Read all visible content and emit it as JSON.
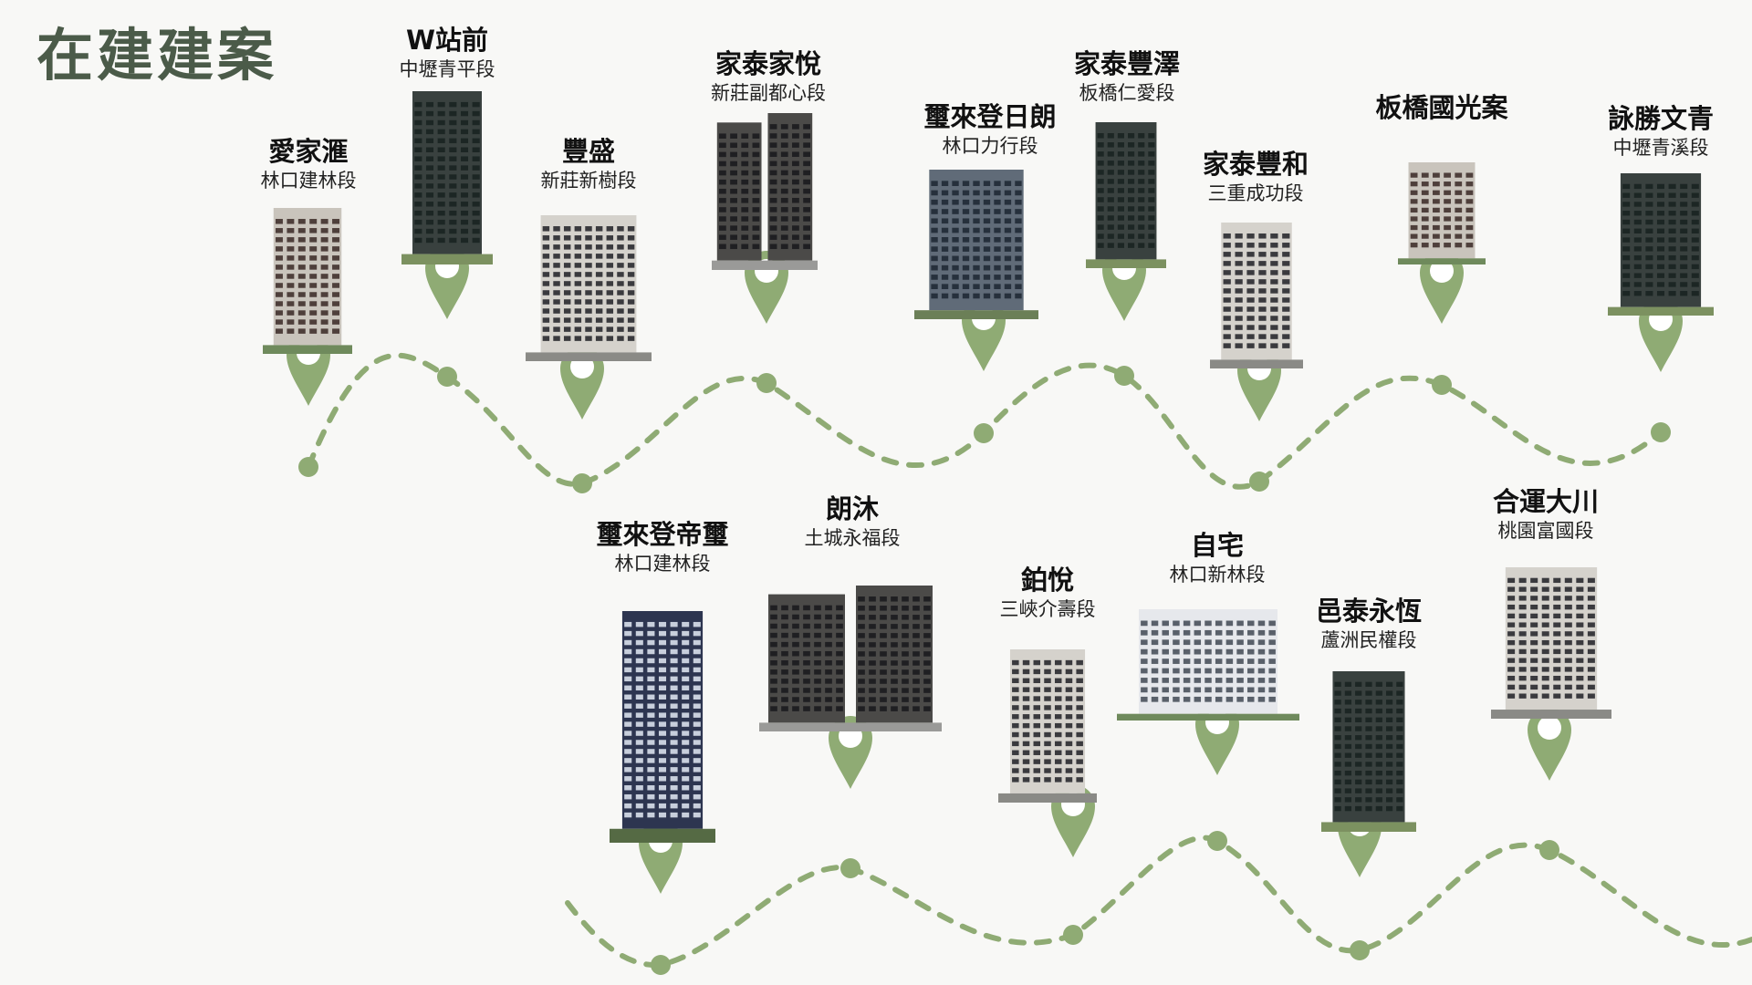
{
  "page_title": "在建建案",
  "accent": "#8fab74",
  "projects": [
    {
      "name": "愛家滙",
      "section": "林口建林段"
    },
    {
      "name": "W站前",
      "section": "中壢青平段"
    },
    {
      "name": "豐盛",
      "section": "新莊新樹段"
    },
    {
      "name": "家泰家悅",
      "section": "新莊副都心段"
    },
    {
      "name": "璽來登日朗",
      "section": "林口力行段"
    },
    {
      "name": "家泰豐澤",
      "section": "板橋仁愛段"
    },
    {
      "name": "家泰豐和",
      "section": "三重成功段"
    },
    {
      "name": "板橋國光案",
      "section": ""
    },
    {
      "name": "詠勝文青",
      "section": "中壢青溪段"
    },
    {
      "name": "璽來登帝璽",
      "section": "林口建林段"
    },
    {
      "name": "朗沐",
      "section": "土城永福段"
    },
    {
      "name": "鉑悅",
      "section": "三峽介壽段"
    },
    {
      "name": "自宅",
      "section": "林口新林段"
    },
    {
      "name": "邑泰永恆",
      "section": "蘆洲民權段"
    },
    {
      "name": "合運大川",
      "section": "桃園富國段"
    }
  ]
}
